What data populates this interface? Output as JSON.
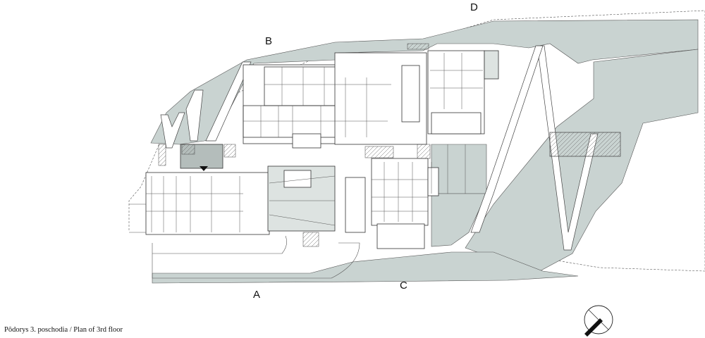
{
  "plan": {
    "caption": "Pôdorys  3. poschodia / Plan of 3rd floor",
    "section_labels": {
      "a": "A",
      "b": "B",
      "c": "C",
      "d": "D"
    },
    "colors": {
      "terrain": "#c9d3d1",
      "paving": "#dde3e1",
      "line": "#3a3a3a",
      "background": "#ffffff"
    },
    "icons": [
      "north-arrow-icon",
      "entrance-marker-icon"
    ]
  }
}
